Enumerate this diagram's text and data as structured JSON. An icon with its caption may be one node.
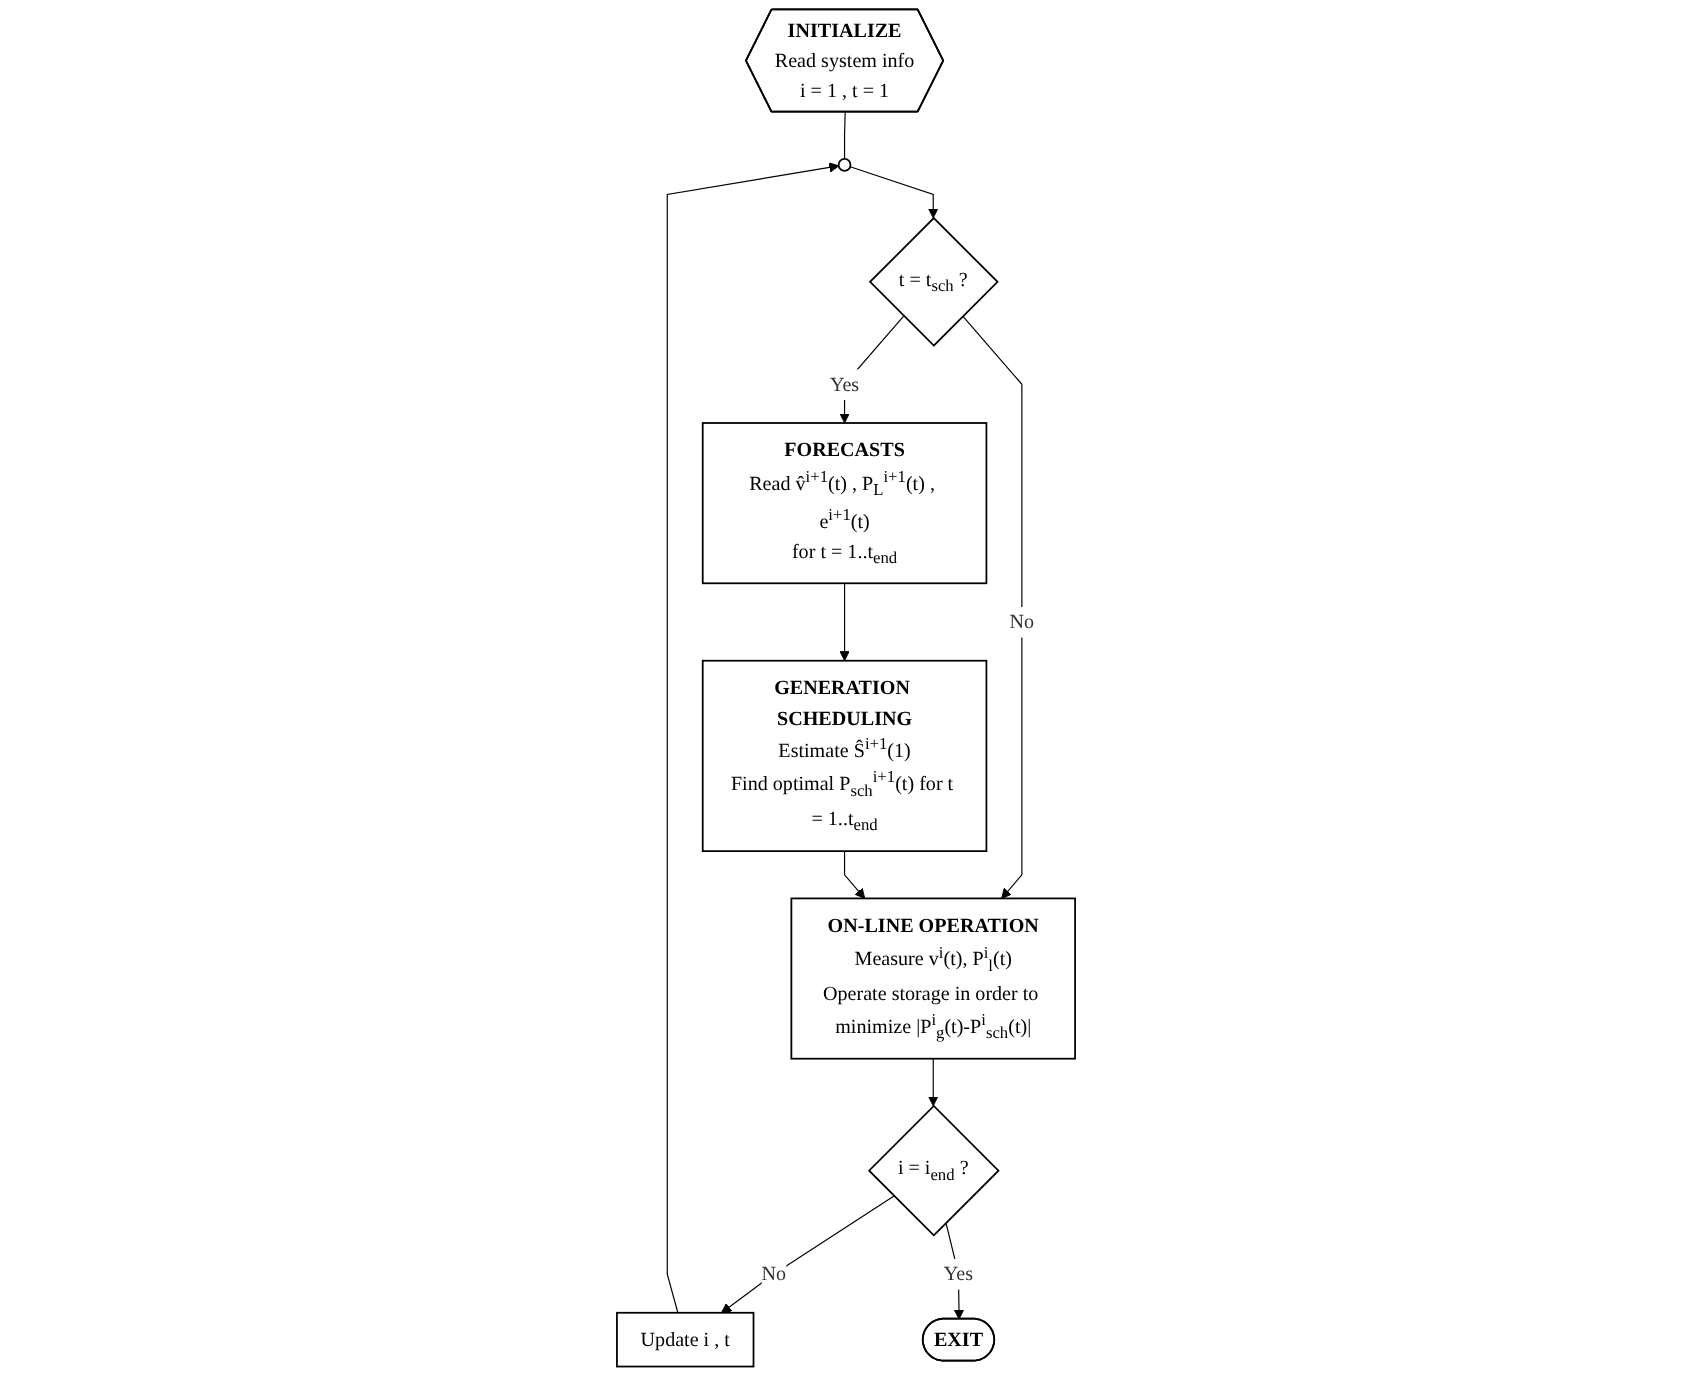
{
  "diagram": {
    "nodes": [
      {
        "text": [
          "INITIALIZE",
          "Read system info",
          "i = 1 , t = 1"
        ]
      },
      {
        "text": [],
        "shape": "circle"
      },
      {
        "text": [
          "t = t$_{sch}$ ?"
        ]
      },
      {
        "text": [
          "FORECASTS",
          "Read v̂$^{i+1}$(t) , P$_{L}$$^{i+1}$(t) , e$^{i+1}$(t)",
          "for t = 1..t$_{end}$"
        ]
      },
      {
        "text": [
          "ON-LINE OPERATION",
          "Measure v$^{i}$(t), P$^{i}$$_{l}$(t)",
          "Operate storage in order to minimize |P$^{i}$$_{g}$(t)-P$^{i}$$_{sch}$(t)|"
        ]
      },
      {
        "text": [
          "GENERATION SCHEDULING",
          "Estimate Ŝ$^{i+1}$(1)",
          "Find optimal P$_{sch}$$^{i+1}$(t) for t = 1..t$_{end}$"
        ]
      },
      {
        "text": [
          "i = i$_{end}$ ?"
        ]
      },
      {
        "text": [
          "Update i , t"
        ]
      },
      {
        "text": [
          "EXIT"
        ]
      }
    ],
    "edges": [
      {
        "from": 0,
        "to": 1,
        "arrow": "none"
      },
      {
        "from": 1,
        "to": 2,
        "arrow": "to"
      },
      {
        "from": 2,
        "to": 3,
        "arrow": "to",
        "label": "Yes"
      },
      {
        "from": 2,
        "to": 4,
        "arrow": "to",
        "label": "No"
      },
      {
        "from": 3,
        "to": 5,
        "arrow": "to"
      },
      {
        "from": 5,
        "to": 4,
        "arrow": "to"
      },
      {
        "from": 4,
        "to": 6,
        "arrow": "to"
      },
      {
        "from": 6,
        "to": 7,
        "arrow": "to",
        "label": "No"
      },
      {
        "from": 7,
        "to": 1,
        "arrow": "to"
      },
      {
        "from": 6,
        "to": 8,
        "arrow": "to",
        "label": "Yes"
      }
    ]
  }
}
